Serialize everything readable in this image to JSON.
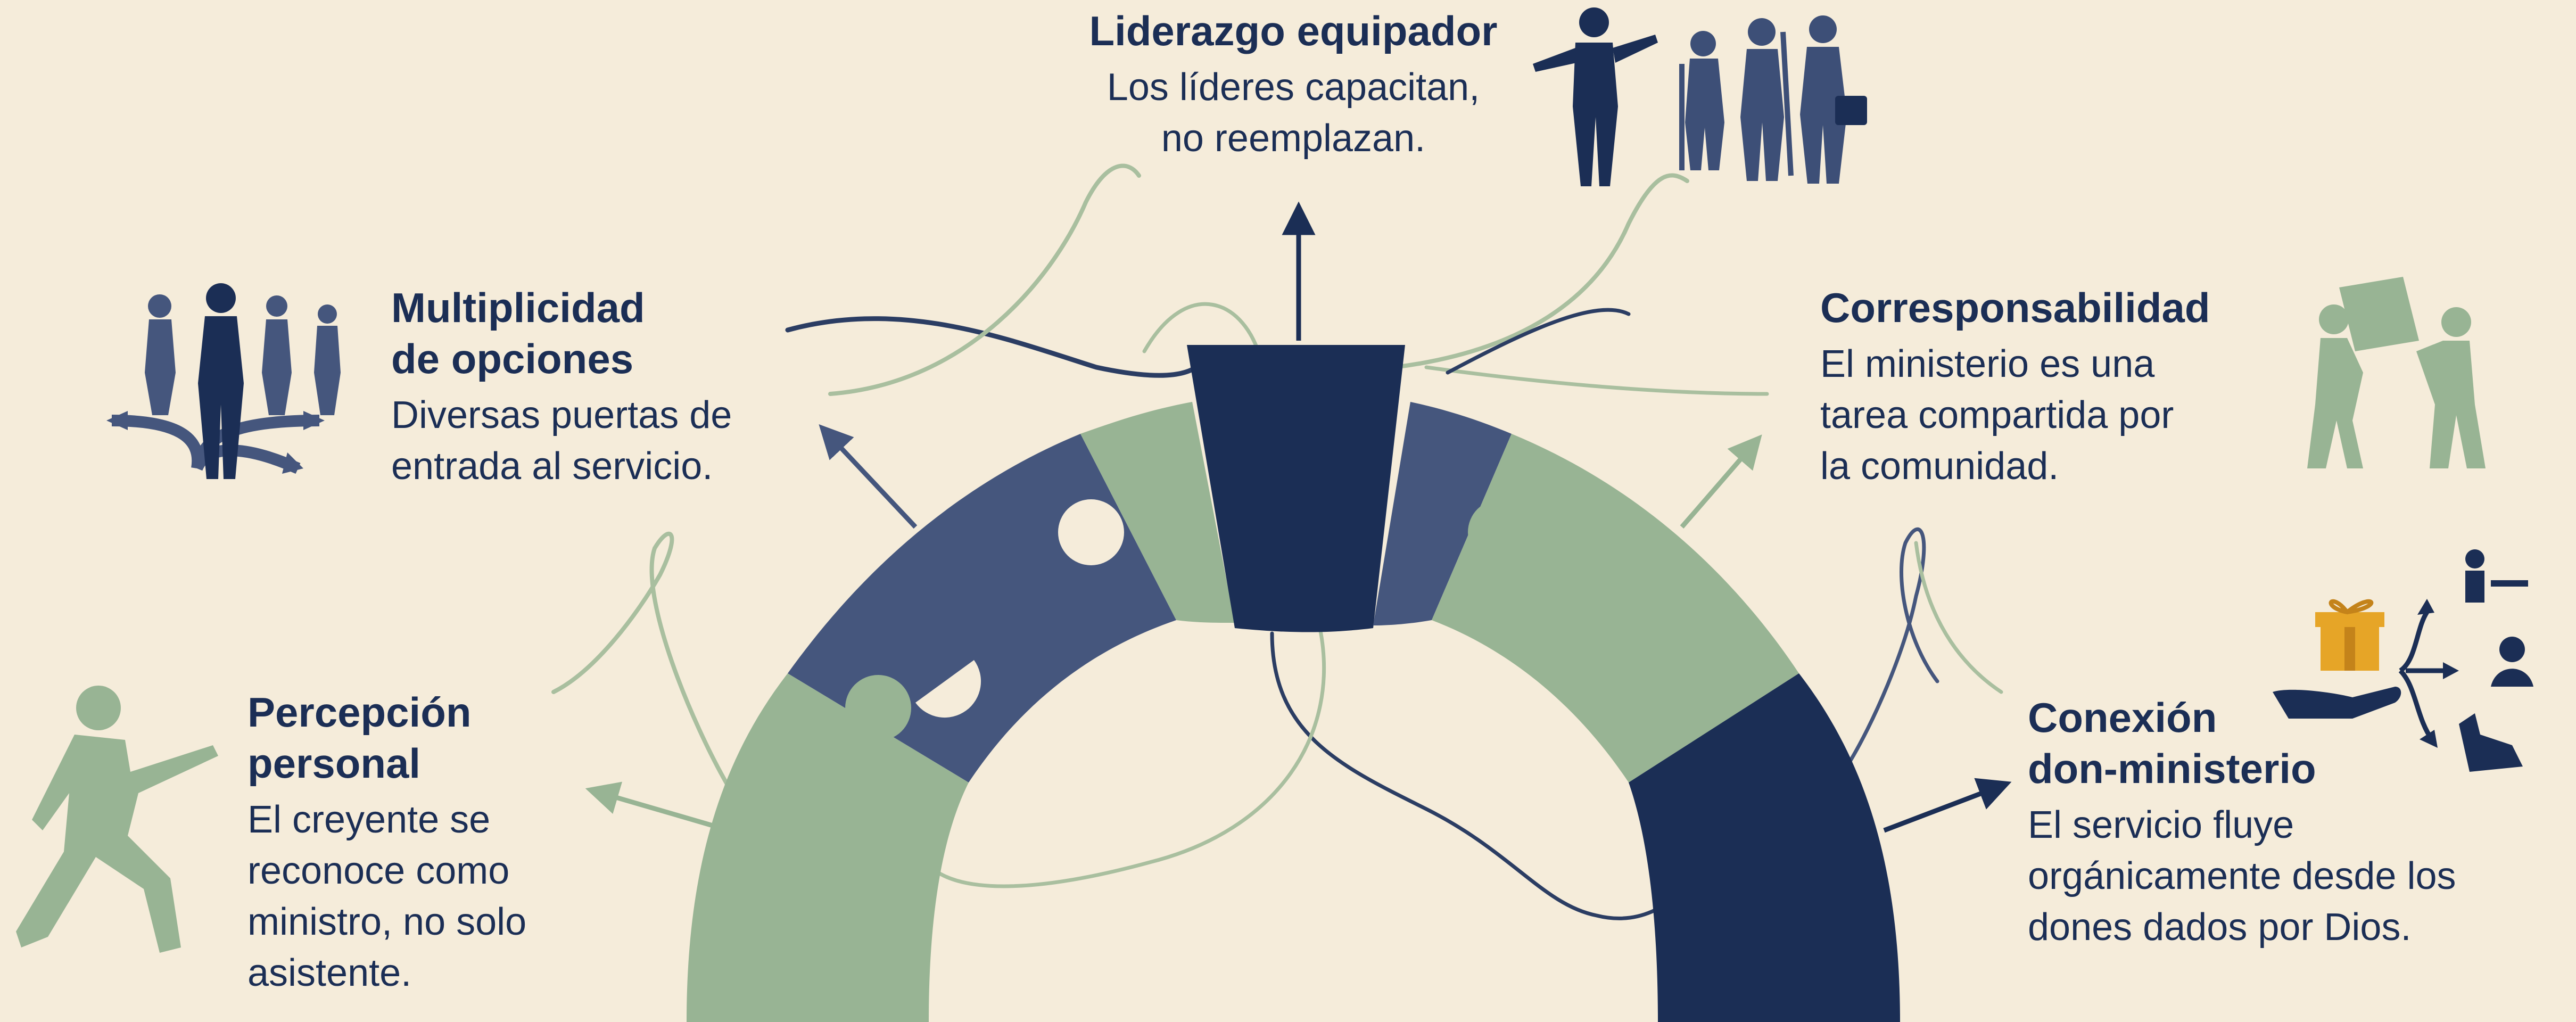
{
  "colors": {
    "background": "#f5ecda",
    "navy": "#1b2e55",
    "slate": "#45567d",
    "sage": "#98b494",
    "sage_line": "#a9bf9f"
  },
  "nodes": [
    {
      "id": "liderazgo",
      "title": "Liderazgo equipador",
      "description": "Los líderes capacitan,\nno reemplazan.",
      "icon": "leader-with-workers-icon"
    },
    {
      "id": "multiplicidad",
      "title": "Multiplicidad\nde opciones",
      "description": "Diversas puertas de\nentrada al servicio.",
      "icon": "people-branching-paths-icon"
    },
    {
      "id": "corresponsabilidad",
      "title": "Corresponsabilidad",
      "description": "El ministerio es una\ntarea compartida por\nla comunidad.",
      "icon": "two-people-carrying-box-icon"
    },
    {
      "id": "percepcion",
      "title": "Percepción\npersonal",
      "description": "El creyente se\nreconoce como\nministro, no solo\nasistente.",
      "icon": "walking-person-reaching-icon"
    },
    {
      "id": "conexion",
      "title": "Conexión\ndon-ministerio",
      "description": "El servicio fluye\norgánicamente desde los\ndones dados por Dios.",
      "icon": "gift-in-hand-to-service-icon"
    }
  ]
}
